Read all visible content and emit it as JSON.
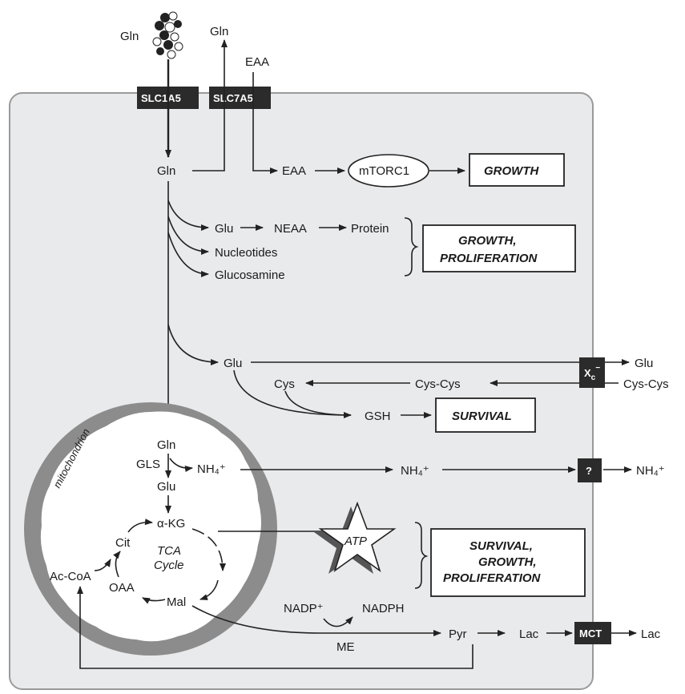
{
  "labels": {
    "gln_outside": "Gln",
    "gln_exported": "Gln",
    "eaa_outside": "EAA",
    "gln_cytosol": "Gln",
    "eaa_inside": "EAA",
    "mtorc1": "mTORC1",
    "glu_branch": "Glu",
    "neaa": "NEAA",
    "protein": "Protein",
    "nucleotides": "Nucleotides",
    "glucosamine": "Glucosamine",
    "glu2": "Glu",
    "cys": "Cys",
    "cys_cys_in": "Cys-Cys",
    "gsh": "GSH",
    "glu_out": "Glu",
    "cys_cys_out": "Cys-Cys",
    "mitochondrion": "mitochondrion",
    "gln_mito": "Gln",
    "gls": "GLS",
    "nh4_mito": "NH₄⁺",
    "nh4_cyto": "NH₄⁺",
    "nh4_out": "NH₄⁺",
    "glu_mito": "Glu",
    "akg": "α-KG",
    "cit": "Cit",
    "tca1": "TCA",
    "tca2": "Cycle",
    "acoa": "Ac-CoA",
    "oaa": "OAA",
    "mal": "Mal",
    "atp": "ATP",
    "nadp": "NADP⁺",
    "nadph": "NADPH",
    "me": "ME",
    "pyr": "Pyr",
    "lac_in": "Lac",
    "lac_out": "Lac"
  },
  "transporters": {
    "slc1a5": "SLC1A5",
    "slc7a5": "SLC7A5",
    "xc": "X",
    "xc_sub": "c",
    "xc_sup": "−",
    "unknown": "?",
    "mct": "MCT"
  },
  "outcomes": {
    "growth": "GROWTH",
    "growth_prolif_1": "GROWTH,",
    "growth_prolif_2": "PROLIFERATION",
    "survival": "SURVIVAL",
    "sgp_1": "SURVIVAL,",
    "sgp_2": "GROWTH,",
    "sgp_3": "PROLIFERATION"
  },
  "colors": {
    "cell_fill": "#e9eaec",
    "cell_stroke": "#9a9a9a",
    "transporter_fill": "#2b2b2b",
    "mito_membrane": "#8c8c8c",
    "atp_shadow": "#555555"
  }
}
